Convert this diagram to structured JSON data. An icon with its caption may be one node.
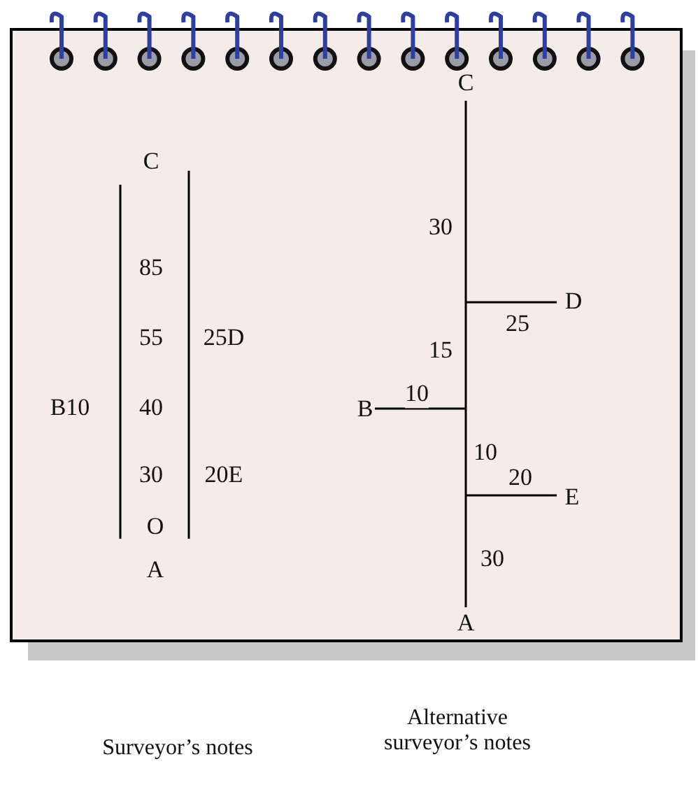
{
  "diagram": {
    "labels": [
      "C",
      "85",
      "55",
      "25D",
      "B10",
      "40",
      "30",
      "20E",
      "O",
      "A",
      "C",
      "30",
      "D",
      "25",
      "15",
      "B",
      "10",
      "10",
      "20",
      "E",
      "30",
      "A",
      "Surveyor’s notes",
      "Alternative surveyor’s notes"
    ]
  }
}
